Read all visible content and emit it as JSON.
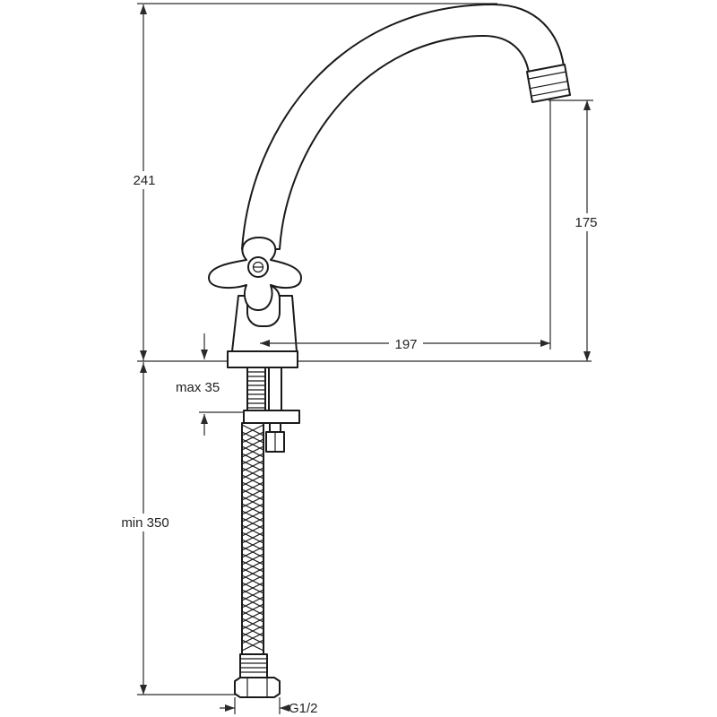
{
  "labels": {
    "overall_height": "241",
    "spout_height": "175",
    "spout_reach": "197",
    "max_thickness": "max 35",
    "min_hose_length": "min 350",
    "thread": "G1/2"
  },
  "colors": {
    "line": "#1a1a1a",
    "background": "#ffffff"
  }
}
